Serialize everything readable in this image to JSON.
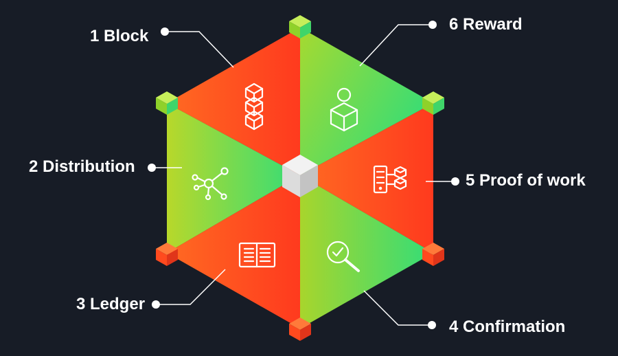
{
  "colors": {
    "background": "#171c26",
    "red_dark": "#ff3a1e",
    "red_light": "#ff6a22",
    "green_yellow": "#b8d82a",
    "green": "#33dd78",
    "center_cube": "#e3e3e3",
    "leader_line": "#ffffff"
  },
  "segments": [
    {
      "id": "block",
      "label": "1 Block",
      "icon": "stacked-blocks-icon"
    },
    {
      "id": "distribution",
      "label": "2 Distribution",
      "icon": "network-nodes-icon"
    },
    {
      "id": "ledger",
      "label": "3 Ledger",
      "icon": "open-ledger-book-icon"
    },
    {
      "id": "confirmation",
      "label": "4 Confirmation",
      "icon": "magnifier-check-icon"
    },
    {
      "id": "proof",
      "label": "5 Proof of work",
      "icon": "server-blocks-icon"
    },
    {
      "id": "reward",
      "label": "6 Reward",
      "icon": "coin-box-icon"
    }
  ]
}
